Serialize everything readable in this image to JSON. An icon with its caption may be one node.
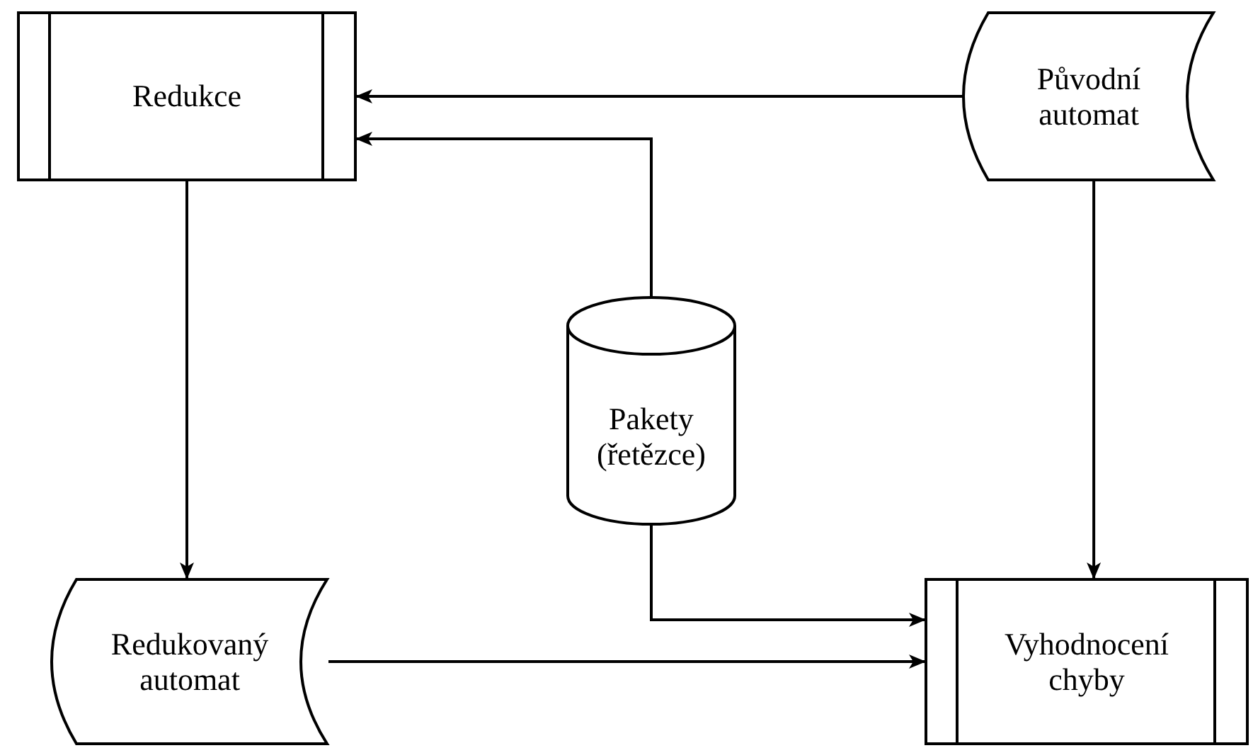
{
  "diagram": {
    "nodes": [
      {
        "text": [
          "Redukce"
        ]
      },
      {
        "text": [
          "Původní automat"
        ]
      },
      {
        "text": [
          "Pakety (řetězce)"
        ]
      },
      {
        "text": [
          "Redukovaný automat"
        ]
      },
      {
        "text": [
          "Vyhodnocení chyby"
        ]
      }
    ],
    "edges": [
      {
        "from": 1,
        "to": 0,
        "arrow": "to"
      },
      {
        "from": 2,
        "to": 0,
        "arrow": "to"
      },
      {
        "from": 0,
        "to": 3,
        "arrow": "to"
      },
      {
        "from": 1,
        "to": 4,
        "arrow": "to"
      },
      {
        "from": 2,
        "to": 4,
        "arrow": "to"
      },
      {
        "from": 3,
        "to": 4,
        "arrow": "to"
      }
    ]
  }
}
